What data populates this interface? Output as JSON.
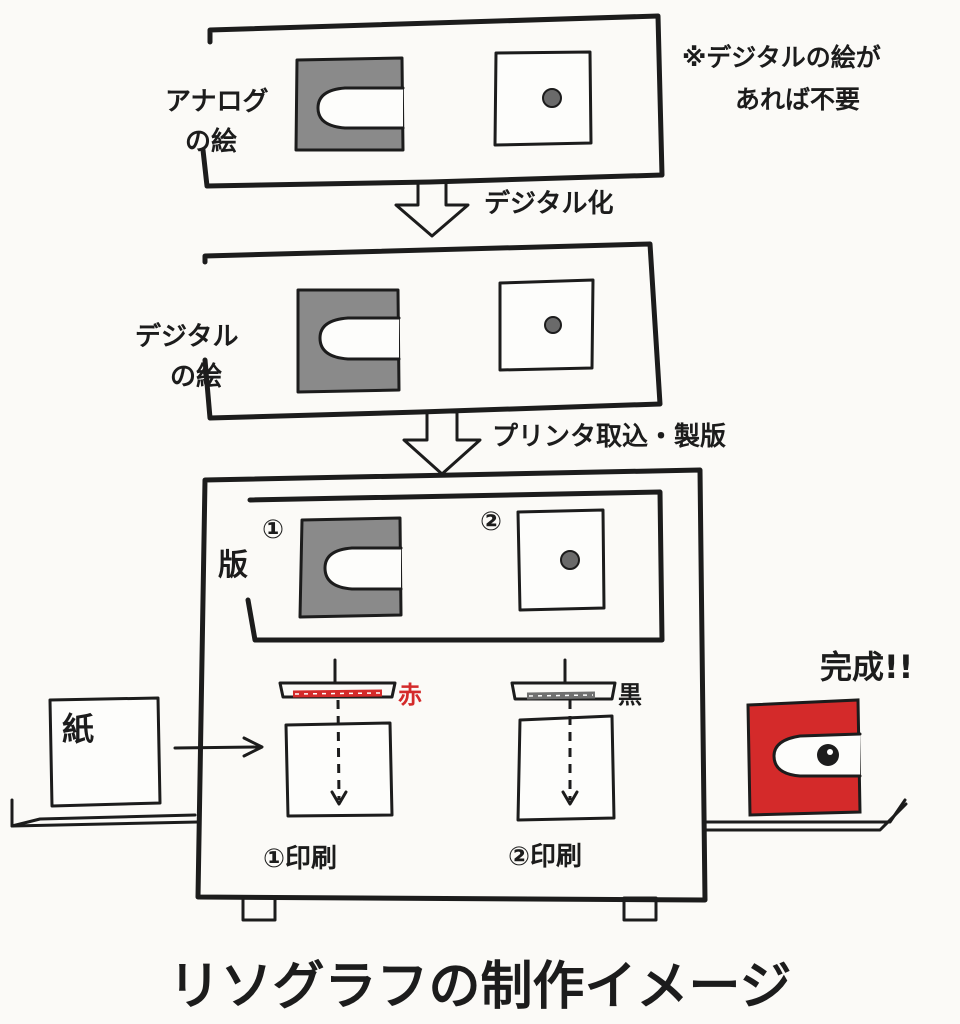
{
  "stage_analog": {
    "label_line1": "アナログ",
    "label_line2": "の絵",
    "note_line1": "※デジタルの絵が",
    "note_line2": "あれば不要"
  },
  "step_digitize": {
    "label": "デジタル化"
  },
  "stage_digital": {
    "label_line1": "デジタル",
    "label_line2": "の絵"
  },
  "step_plate": {
    "label": "プリンタ取込・製版"
  },
  "printer": {
    "plate_label": "版",
    "plate1_number": "①",
    "plate2_number": "②",
    "drum1_color_label": "赤",
    "drum2_color_label": "黒",
    "print1_label": "①印刷",
    "print2_label": "②印刷",
    "paper_label": "紙",
    "done_label": "完成!!"
  },
  "title": "リソグラフの制作イメージ",
  "colors": {
    "ink": "#1c1c1c",
    "red": "#d42a2a",
    "gray": "#8a8a8a"
  }
}
